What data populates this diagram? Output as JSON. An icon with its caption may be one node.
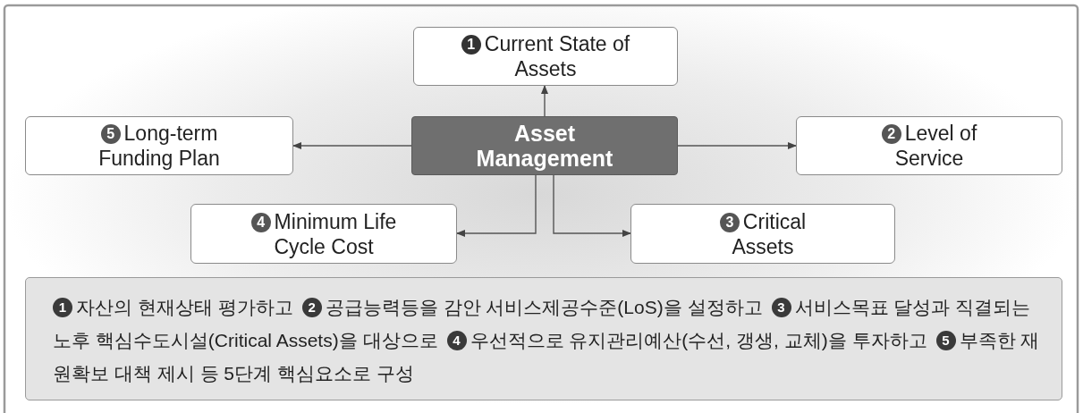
{
  "diagram": {
    "nodes": [
      {
        "text": [
          "1",
          "Current State of Assets"
        ]
      },
      {
        "text": [
          "5",
          "Long-term Funding Plan"
        ]
      },
      {
        "text": [
          "Asset Management"
        ]
      },
      {
        "text": [
          "2",
          "Level of Service"
        ]
      },
      {
        "text": [
          "4",
          "Minimum Life Cycle Cost"
        ]
      },
      {
        "text": [
          "3",
          "Critical Assets"
        ]
      },
      {
        "text": [
          "1",
          "자산의 현재상태 평가하고",
          "2",
          "공급능력등을 감안 서비스제공수준(LoS)을 설정하고",
          "3",
          "서비스목표 달성과 직결되는 노후 핵심수도시설(Critical Assets)을 대상으로",
          "4",
          "우선적으로 유지관리예산(수선, 갱생, 교체)을 투자하고",
          "5",
          "부족한 재원확보 대책 제시 등 5단계 핵심요소로 구성"
        ]
      }
    ],
    "edges": [
      {
        "from": 2,
        "to": 0,
        "arrow": "to"
      },
      {
        "from": 2,
        "to": 3,
        "arrow": "to"
      },
      {
        "from": 2,
        "to": 5,
        "arrow": "to"
      },
      {
        "from": 2,
        "to": 4,
        "arrow": "to"
      },
      {
        "from": 2,
        "to": 1,
        "arrow": "to"
      }
    ]
  }
}
